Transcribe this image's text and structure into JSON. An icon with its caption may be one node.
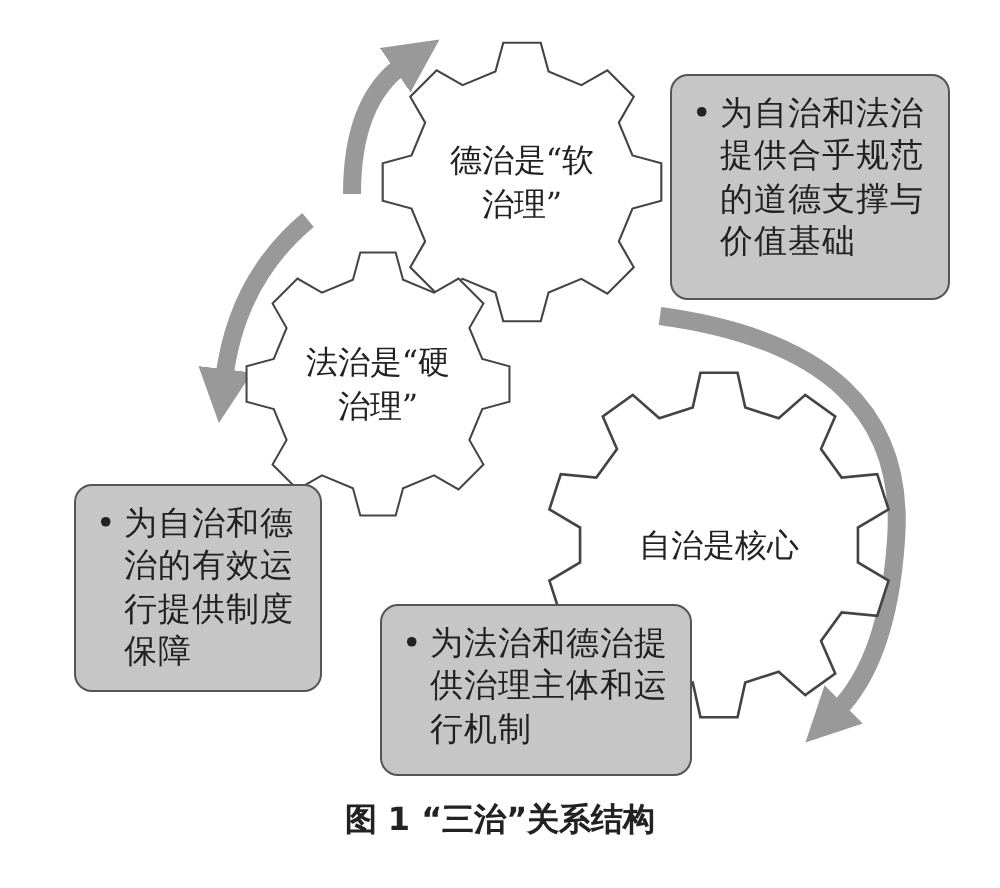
{
  "diagram": {
    "caption": "图 1 “三治”关系结构",
    "nodes": [
      {
        "text": [
          "德治是“软治理”"
        ]
      },
      {
        "text": [
          "•",
          "为自治和法治提供合乎规范的道德支撑与价值基础"
        ]
      },
      {
        "text": [
          "法治是“硬治理”"
        ]
      },
      {
        "text": [
          "自治是核心"
        ]
      },
      {
        "text": [
          "•",
          "为自治和德治的有效运行提供制度保障"
        ]
      },
      {
        "text": [
          "•",
          "为法治和德治提供治理主体和运行机制"
        ]
      }
    ],
    "edges": []
  }
}
